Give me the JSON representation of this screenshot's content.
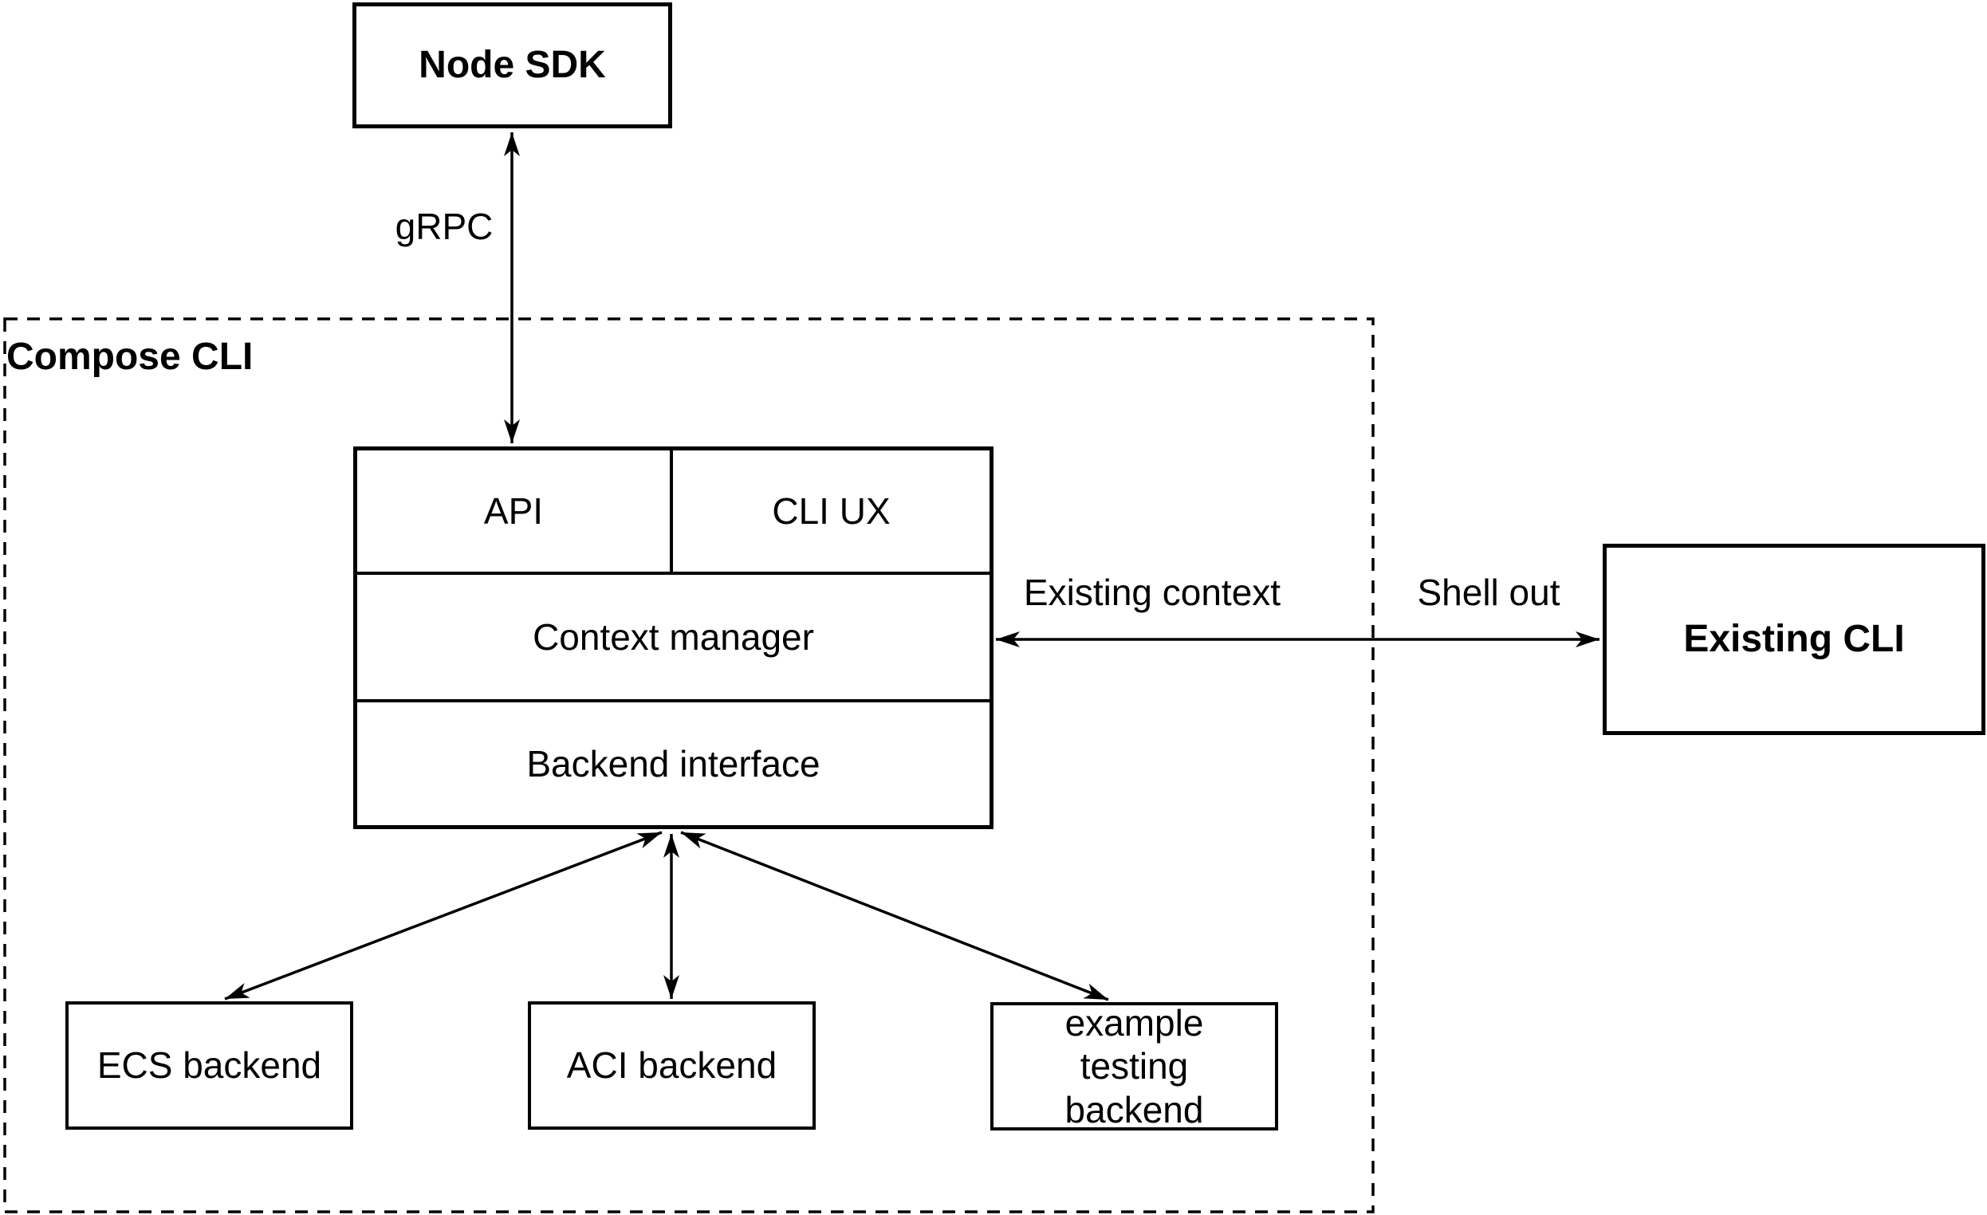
{
  "nodes": {
    "node_sdk": "Node SDK",
    "api": "API",
    "cli_ux": "CLI UX",
    "context_manager": "Context manager",
    "backend_interface": "Backend interface",
    "existing_cli": "Existing CLI",
    "ecs_backend": "ECS backend",
    "aci_backend": "ACI backend",
    "example_testing_backend": "example testing backend"
  },
  "container": {
    "label": "Compose CLI"
  },
  "edge_labels": {
    "grpc": "gRPC",
    "existing_context": "Existing context",
    "shell_out": "Shell out"
  },
  "colors": {
    "stroke": "#000000",
    "background": "#ffffff",
    "text": "#000000"
  }
}
